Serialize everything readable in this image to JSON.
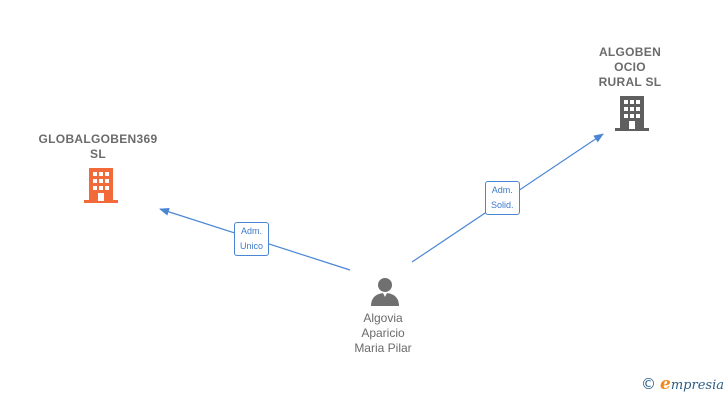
{
  "nodes": {
    "company_left": {
      "label": "GLOBALGOBEN369\nSL",
      "color": "#f26a3a",
      "icon": "building-icon"
    },
    "company_right": {
      "label": "ALGOBEN\nOCIO\nRURAL  SL",
      "color": "#5f5f5f",
      "icon": "building-icon"
    },
    "person": {
      "label": "Algovia\nAparicio\nMaria Pilar",
      "color": "#707070",
      "icon": "person-icon"
    }
  },
  "edges": {
    "left": {
      "label": "Adm.\nUnico",
      "color": "#4a86d4"
    },
    "right": {
      "label": "Adm.\nSolid.",
      "color": "#4a86d4"
    }
  },
  "footer": {
    "copyright_symbol": "©",
    "brand_initial": "e",
    "brand_rest": "mpresia"
  }
}
